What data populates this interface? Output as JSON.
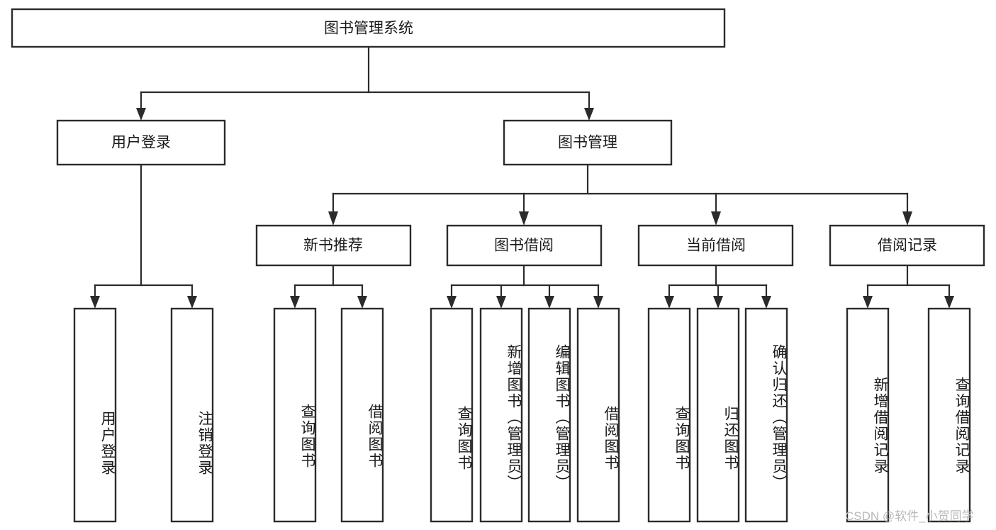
{
  "diagram": {
    "type": "tree",
    "title": "图书管理系统",
    "orientation": "top-down",
    "watermark": "CSDN @软件_小贺同学",
    "colors": {
      "box_stroke": "#2b2b2b",
      "box_fill": "#ffffff",
      "connector": "#2b2b2b",
      "text": "#1a1a1a",
      "watermark": "#b9b9b9",
      "background": "#ffffff"
    },
    "root": {
      "label": "图书管理系统"
    },
    "level1": [
      {
        "label": "用户登录"
      },
      {
        "label": "图书管理"
      }
    ],
    "level2": [
      {
        "label": "新书推荐"
      },
      {
        "label": "图书借阅"
      },
      {
        "label": "当前借阅"
      },
      {
        "label": "借阅记录"
      }
    ],
    "leaves": {
      "user_login": [
        {
          "label": "用户登录"
        },
        {
          "label": "注销登录"
        }
      ],
      "new_book_recommend": [
        {
          "label": "查询图书"
        },
        {
          "label": "借阅图书"
        }
      ],
      "book_borrow": [
        {
          "label": "查询图书"
        },
        {
          "label": "新增图书（管理员）"
        },
        {
          "label": "编辑图书（管理员）"
        },
        {
          "label": "借阅图书"
        }
      ],
      "current_borrow": [
        {
          "label": "查询图书"
        },
        {
          "label": "归还图书"
        },
        {
          "label": "确认归还（管理员）"
        }
      ],
      "borrow_records": [
        {
          "label": "新增借阅记录"
        },
        {
          "label": "查询借阅记录"
        }
      ]
    }
  }
}
